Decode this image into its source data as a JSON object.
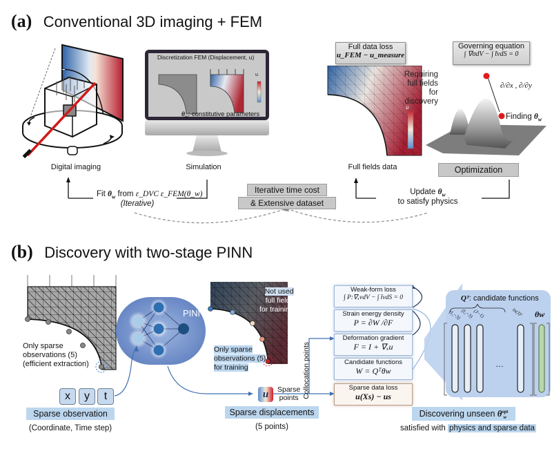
{
  "panel_a": {
    "letter": "(a)",
    "title": "Conventional 3D imaging + FEM",
    "digital_imaging": {
      "label": "Digital imaging"
    },
    "simulation": {
      "label": "Simulation",
      "screen_header": "Discretization  FEM (Displacement, u)",
      "colorbar_label": "u",
      "params_symbol": "θ",
      "params_sub": "w",
      "params_text": ": constitutive parameters"
    },
    "full_fields": {
      "label": "Full fields data",
      "loss_title": "Full data loss",
      "loss_formula": "u_FEM − u_measure",
      "note_lines": [
        "Requiring",
        "full fields",
        "for discovery"
      ],
      "colorbar_label": "u"
    },
    "optimization": {
      "label": "Optimization",
      "eq_title": "Governing equation",
      "eq_formula": "∫ ∇σdV − ∫ t̄vdS = 0",
      "derivative": "∂/∂x , ∂/∂y",
      "finding_text": "Finding",
      "finding_symbol": "θ",
      "finding_sub": "w"
    },
    "fit_loop": {
      "line1_prefix": "Fit",
      "line1_symbol": "θ",
      "line1_sub": "w",
      "line1_mid": "from",
      "line1_formula": "ε_DVC ε_FEM(θ_w)",
      "line2": "(Iterative)"
    },
    "update_loop": {
      "line1_prefix": "Update",
      "line1_symbol": "θ",
      "line1_sub": "w",
      "line2": "to satisfy physics"
    },
    "cost_box": {
      "line1": "Iterative time cost",
      "line2": "& Extensive dataset"
    }
  },
  "panel_b": {
    "letter": "(b)",
    "title": "Discovery with  two-stage PINN",
    "sparse_obs_note": [
      "Only sparse",
      "observations (5)",
      "(efficient extraction)"
    ],
    "inputs": [
      "x",
      "y",
      "t"
    ],
    "sparse_observation": {
      "label": "Sparse observation",
      "sublabel": "(Coordinate, Time step)"
    },
    "pinn": {
      "label": "PINN"
    },
    "field_note": [
      "Not used",
      "full fields",
      "for training"
    ],
    "training_note": [
      "Only sparse",
      "observations (5)",
      "for training"
    ],
    "u_symbol": "u",
    "sparse_points_label": [
      "Sparse",
      "points"
    ],
    "collocation_label": [
      "Collocation",
      "points"
    ],
    "sparse_displacements": {
      "label": "Sparse displacements",
      "sublabel": "(5 points)"
    },
    "equation_stack": [
      {
        "title": "Weak-form loss",
        "formula": "∫ P:∇ₓvdV − ∫ t̄vdS = 0",
        "type": "physics"
      },
      {
        "title": "Strain energy density",
        "formula": "P = ∂W /∂F",
        "type": "physics"
      },
      {
        "title": "Deformation gradient",
        "formula": "F = I + ∇ₓu",
        "type": "physics"
      },
      {
        "title": "Candidate functions",
        "formula": "W = Qᵀθw",
        "type": "physics"
      },
      {
        "title": "Sparse data loss",
        "formula": "u(Xs) − us",
        "type": "data"
      }
    ],
    "candidates": {
      "title_symbol": "Qᵀ",
      "title_text": ": candidate functions",
      "column_labels": [
        "(I₁−3)",
        "(I₂−3)",
        "(J−1)",
        "ln(J)²"
      ],
      "ellipsis": "…",
      "theta_label": "θw"
    },
    "discovering": {
      "label_prefix": "Discovering unseen",
      "label_symbol": "θ",
      "label_sub": "w",
      "label_sup": "opt",
      "sublabel_prefix": "satisfied with",
      "sublabel_highlight": "physics and sparse data"
    }
  },
  "colors": {
    "blue_field": "#3a6fb0",
    "red_field": "#b8323c",
    "highlight_blue": "#bcd6ee",
    "gray_box": "#c8c8c8",
    "sparse_point_dark": "#2f6aa8",
    "sparse_point_red": "#c0252b",
    "pinn_body": "#6f8fc9",
    "theta_column": "#b9d6a8"
  }
}
